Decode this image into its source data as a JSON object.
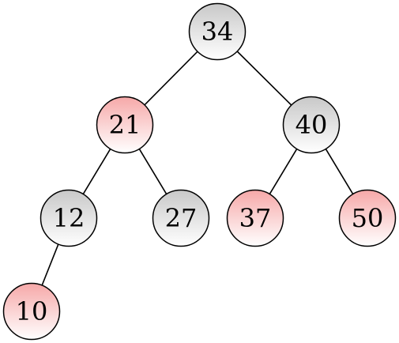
{
  "tree": {
    "nodes": [
      {
        "id": "n34",
        "label": "34",
        "color": "black"
      },
      {
        "id": "n21",
        "label": "21",
        "color": "red"
      },
      {
        "id": "n40",
        "label": "40",
        "color": "black"
      },
      {
        "id": "n12",
        "label": "12",
        "color": "black"
      },
      {
        "id": "n27",
        "label": "27",
        "color": "black"
      },
      {
        "id": "n37",
        "label": "37",
        "color": "red"
      },
      {
        "id": "n50",
        "label": "50",
        "color": "red"
      },
      {
        "id": "n10",
        "label": "10",
        "color": "red"
      }
    ],
    "edges": [
      {
        "from": "n34",
        "to": "n21"
      },
      {
        "from": "n34",
        "to": "n40"
      },
      {
        "from": "n21",
        "to": "n12"
      },
      {
        "from": "n21",
        "to": "n27"
      },
      {
        "from": "n40",
        "to": "n37"
      },
      {
        "from": "n40",
        "to": "n50"
      },
      {
        "from": "n12",
        "to": "n10"
      }
    ]
  },
  "colors": {
    "gray_top": "#ffffff",
    "gray_bottom": "#c8c8c8",
    "red_top": "#ffffff",
    "red_bottom": "#f6a8a8",
    "stroke": "#000000"
  }
}
